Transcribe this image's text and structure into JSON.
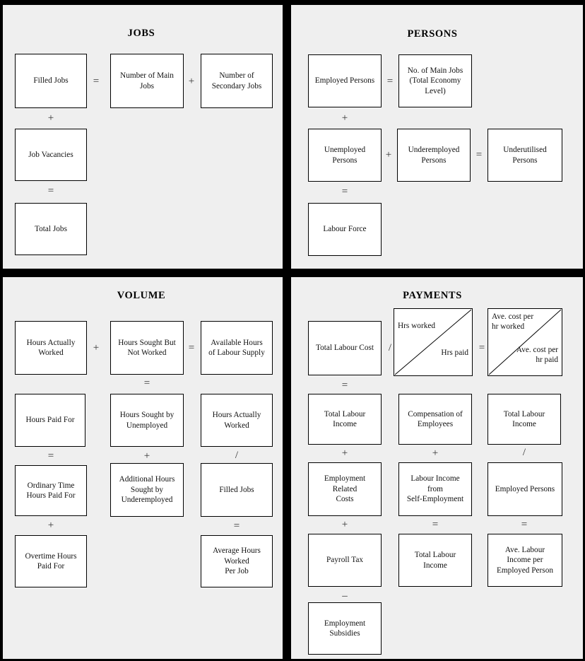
{
  "diagram": {
    "background_color": "#efefef",
    "box_fill_color": "#ffffff",
    "border_color": "#000000",
    "quadrants": [
      {
        "id": "jobs",
        "title": "JOBS",
        "boxes": [
          {
            "label": "Filled Jobs"
          },
          {
            "label": "Number of Main\nJobs"
          },
          {
            "label": "Number of\nSecondary Jobs"
          },
          {
            "label": "Job Vacancies"
          },
          {
            "label": "Total Jobs"
          }
        ],
        "operators": [
          "=",
          "+",
          "+",
          "="
        ]
      },
      {
        "id": "persons",
        "title": "PERSONS",
        "boxes": [
          {
            "label": "Employed Persons"
          },
          {
            "label": "No. of Main Jobs\n(Total Economy\nLevel)"
          },
          {
            "label": "Unemployed\nPersons"
          },
          {
            "label": "Underemployed\nPersons"
          },
          {
            "label": "Underutilised\nPersons"
          },
          {
            "label": "Labour Force"
          }
        ],
        "operators": [
          "=",
          "+",
          "+",
          "=",
          "="
        ]
      },
      {
        "id": "volume",
        "title": "VOLUME",
        "boxes": [
          {
            "label": "Hours Actually\nWorked"
          },
          {
            "label": "Hours Sought But\nNot Worked"
          },
          {
            "label": "Available Hours\nof Labour Supply"
          },
          {
            "label": "Hours Paid For"
          },
          {
            "label": "Hours Sought by\nUnemployed"
          },
          {
            "label": "Hours Actually\nWorked"
          },
          {
            "label": "Ordinary Time\nHours Paid For"
          },
          {
            "label": "Additional Hours\nSought by\nUnderemployed"
          },
          {
            "label": "Filled Jobs"
          },
          {
            "label": "Overtime Hours\nPaid For"
          },
          {
            "label": "Average Hours\nWorked\nPer Job"
          }
        ],
        "operators": [
          "+",
          "=",
          "=",
          "=",
          "+",
          "/",
          "+",
          "="
        ]
      },
      {
        "id": "payments",
        "title": "PAYMENTS",
        "boxes": [
          {
            "label": "Total Labour Cost"
          },
          {
            "label": "Total Labour\nIncome"
          },
          {
            "label": "Compensation of\nEmployees"
          },
          {
            "label": "Total Labour\nIncome"
          },
          {
            "label": "Employment\nRelated\nCosts"
          },
          {
            "label": "Labour Income\nfrom\nSelf-Employment"
          },
          {
            "label": "Employed Persons"
          },
          {
            "label": "Payroll Tax"
          },
          {
            "label": "Total Labour\nIncome"
          },
          {
            "label": "Ave. Labour\nIncome per\nEmployed Person"
          },
          {
            "label": "Employment\nSubsidies"
          }
        ],
        "split_boxes": [
          {
            "top_left": "Hrs worked",
            "bottom_right": "Hrs paid"
          },
          {
            "top_left": "Ave. cost per\nhr worked",
            "bottom_right": "Ave. cost per\nhr paid"
          }
        ],
        "operators": [
          "/",
          "=",
          "=",
          "=",
          "+",
          "+",
          "/",
          "+",
          "=",
          "=",
          "–"
        ]
      }
    ]
  }
}
